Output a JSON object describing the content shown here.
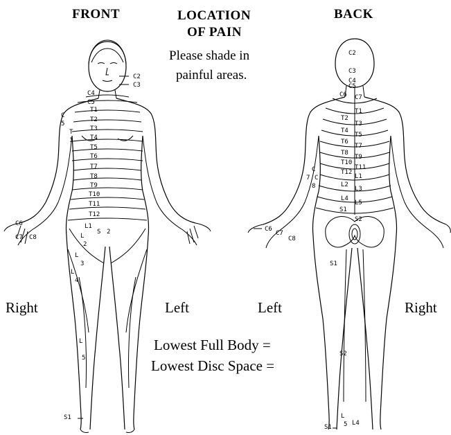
{
  "headers": {
    "front": "FRONT",
    "back": "BACK",
    "title_line1": "LOCATION",
    "title_line2": "OF PAIN",
    "instruction_line1": "Please shade in",
    "instruction_line2": "painful areas."
  },
  "side_labels": {
    "front_right": "Right",
    "front_left": "Left",
    "back_left": "Left",
    "back_right": "Right"
  },
  "fields": {
    "lowest_full_body": "Lowest Full Body =",
    "lowest_disc_space": "Lowest Disc Space ="
  },
  "front_dermatomes": {
    "c2": "C2",
    "c3": "C3",
    "c4": "C4",
    "c5": "C5",
    "c_side": "C",
    "c_side_num": "5",
    "t_side": "T",
    "t_side_num": "1",
    "t1": "T1",
    "t2": "T2",
    "t3": "T3",
    "t4": "T4",
    "t5": "T5",
    "t6": "T6",
    "t7": "T7",
    "t8": "T8",
    "t9": "T9",
    "t10": "T10",
    "t11": "T11",
    "t12": "T12",
    "l1": "L1",
    "s2_letter": "S",
    "s2_num": "2",
    "l2_letter": "L",
    "l2_num": "2",
    "l3_letter": "L",
    "l3_num": "3",
    "l4_letter": "L",
    "l4_num": "4",
    "l5_letter": "L",
    "l5_num": "5",
    "c6": "C6",
    "c7": "C7",
    "c8": "C8",
    "s1": "S1"
  },
  "back_dermatomes": {
    "c2": "C2",
    "c3": "C3",
    "c4": "C4",
    "c5": "C5",
    "c6": "C6",
    "c7": "C7",
    "t1": "T1",
    "t2": "T2",
    "t3": "T3",
    "t4": "T4",
    "t5": "T5",
    "t6": "T6",
    "t7": "T7",
    "t8": "T8",
    "t9": "T9",
    "t10": "T10",
    "t11": "T11",
    "t12": "T12",
    "l1": "L1",
    "l2": "L2",
    "l3": "L3",
    "l4": "L4",
    "l5": "L5",
    "s1": "S1",
    "s2": "S2",
    "c_arm": "C",
    "c_arm_7": "7",
    "c_arm_c": "C",
    "c_arm_8": "8",
    "c6_hand": "C6",
    "c7_hand": "C7",
    "c8_hand": "C8",
    "s1_leg": "S1",
    "s2_leg": "S2",
    "s1_foot": "S1",
    "l5_foot": "L",
    "l5_foot_num": "5",
    "l4_foot": "L4"
  }
}
